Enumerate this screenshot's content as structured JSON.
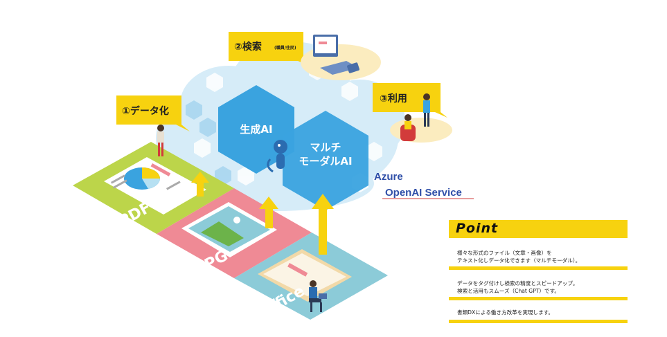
{
  "steps": {
    "step1": "①データ化",
    "step2_main": "②検索",
    "step2_sub": "(職員/住民)",
    "step3": "③利用"
  },
  "cloud": {
    "hex1": "生成AI",
    "hex2_line1": "マルチ",
    "hex2_line2": "モーダルAI",
    "service_line1": "Azure",
    "service_line2": "OpenAI Service"
  },
  "tiles": {
    "pdf": "PDF",
    "jpg": "JPG",
    "office": "Office"
  },
  "point": {
    "title": "Point",
    "items": [
      {
        "line1": "様々な形式のファイル（文章・画像）を",
        "line2": "テキスト化しデータ化できます（マルチモーダル）。"
      },
      {
        "line1": "データをタグ付けし検索の精度とスピードアップ。",
        "line2": "検索と活用もスムーズ（Chat GPT）です。"
      },
      {
        "line1": "書類DXによる働き方改革を実現します。",
        "line2": ""
      }
    ]
  },
  "colors": {
    "callout": "#f7d20f",
    "pdf_tile": "#bcd54a",
    "jpg_tile": "#ef8a95",
    "office_tile": "#8ccbd8",
    "cloud": "#cde8f6",
    "hex": "#3aa3df",
    "arrow": "#f7d20f",
    "azure_text": "#2f4fa8"
  }
}
